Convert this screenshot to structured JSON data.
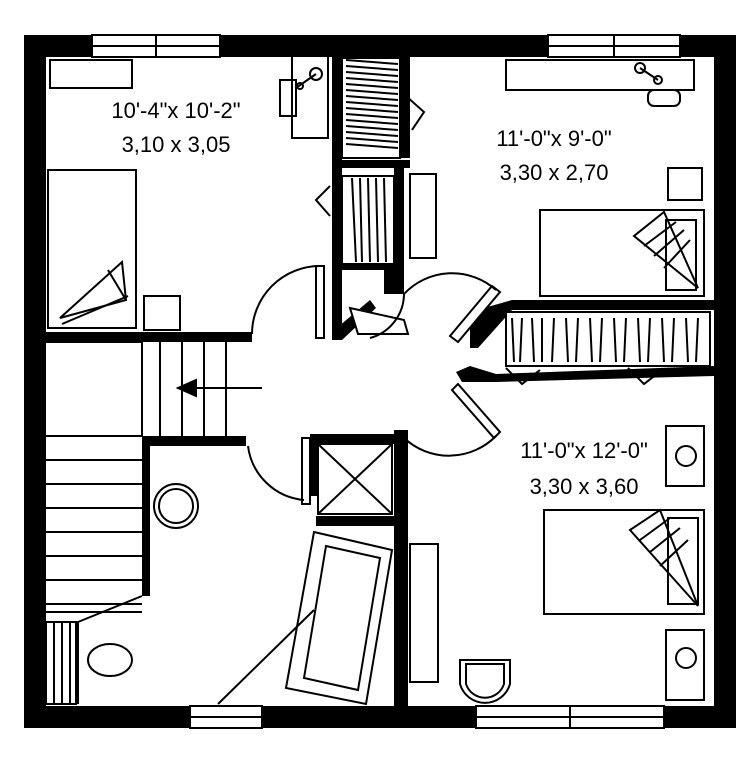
{
  "plan": {
    "rooms": [
      {
        "id": "bedroom-top-left",
        "dim_imperial": "10'-4\"x 10'-2\"",
        "dim_metric": "3,10 x 3,05"
      },
      {
        "id": "bedroom-top-right",
        "dim_imperial": "11'-0\"x 9'-0\"",
        "dim_metric": "3,30 x 2,70"
      },
      {
        "id": "bedroom-bottom-right",
        "dim_imperial": "11'-0\"x 12'-0\"",
        "dim_metric": "3,30 x 3,60"
      }
    ],
    "colors": {
      "wall": "#000000",
      "line": "#000000",
      "background": "#ffffff"
    }
  }
}
